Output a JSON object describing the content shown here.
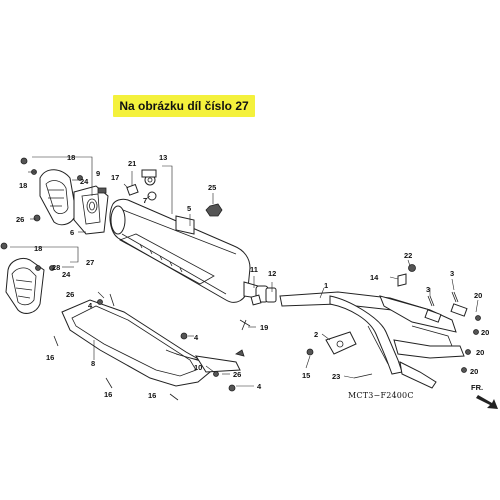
{
  "banner": {
    "text": "Na obrázku díl číslo 27"
  },
  "diagram_code": "MCT3−F2400C",
  "direction_label": "FR.",
  "callouts": [
    {
      "id": "c18a",
      "label": "18"
    },
    {
      "id": "c9",
      "label": "9"
    },
    {
      "id": "c18b",
      "label": "18"
    },
    {
      "id": "c24a",
      "label": "24"
    },
    {
      "id": "c26a",
      "label": "26"
    },
    {
      "id": "c6",
      "label": "6"
    },
    {
      "id": "c21",
      "label": "21"
    },
    {
      "id": "c17",
      "label": "17"
    },
    {
      "id": "c13",
      "label": "13"
    },
    {
      "id": "c7",
      "label": "7"
    },
    {
      "id": "c25",
      "label": "25"
    },
    {
      "id": "c5",
      "label": "5"
    },
    {
      "id": "c18c",
      "label": "18"
    },
    {
      "id": "c28",
      "label": "28"
    },
    {
      "id": "c27",
      "label": "27"
    },
    {
      "id": "c24b",
      "label": "24"
    },
    {
      "id": "c11",
      "label": "11"
    },
    {
      "id": "c12",
      "label": "12"
    },
    {
      "id": "c22",
      "label": "22"
    },
    {
      "id": "c14",
      "label": "14"
    },
    {
      "id": "c3a",
      "label": "3"
    },
    {
      "id": "c3b",
      "label": "3"
    },
    {
      "id": "c1",
      "label": "1"
    },
    {
      "id": "c20a",
      "label": "20"
    },
    {
      "id": "c20b",
      "label": "20"
    },
    {
      "id": "c20c",
      "label": "20"
    },
    {
      "id": "c20d",
      "label": "20"
    },
    {
      "id": "c26b",
      "label": "26"
    },
    {
      "id": "c4a",
      "label": "4"
    },
    {
      "id": "c16a",
      "label": "16"
    },
    {
      "id": "c4b",
      "label": "4"
    },
    {
      "id": "c19",
      "label": "19"
    },
    {
      "id": "c2",
      "label": "2"
    },
    {
      "id": "c8",
      "label": "8"
    },
    {
      "id": "c10",
      "label": "10"
    },
    {
      "id": "c26c",
      "label": "26"
    },
    {
      "id": "c16b",
      "label": "16"
    },
    {
      "id": "c16c",
      "label": "16"
    },
    {
      "id": "c4c",
      "label": "4"
    },
    {
      "id": "c15",
      "label": "15"
    },
    {
      "id": "c23",
      "label": "23"
    }
  ]
}
